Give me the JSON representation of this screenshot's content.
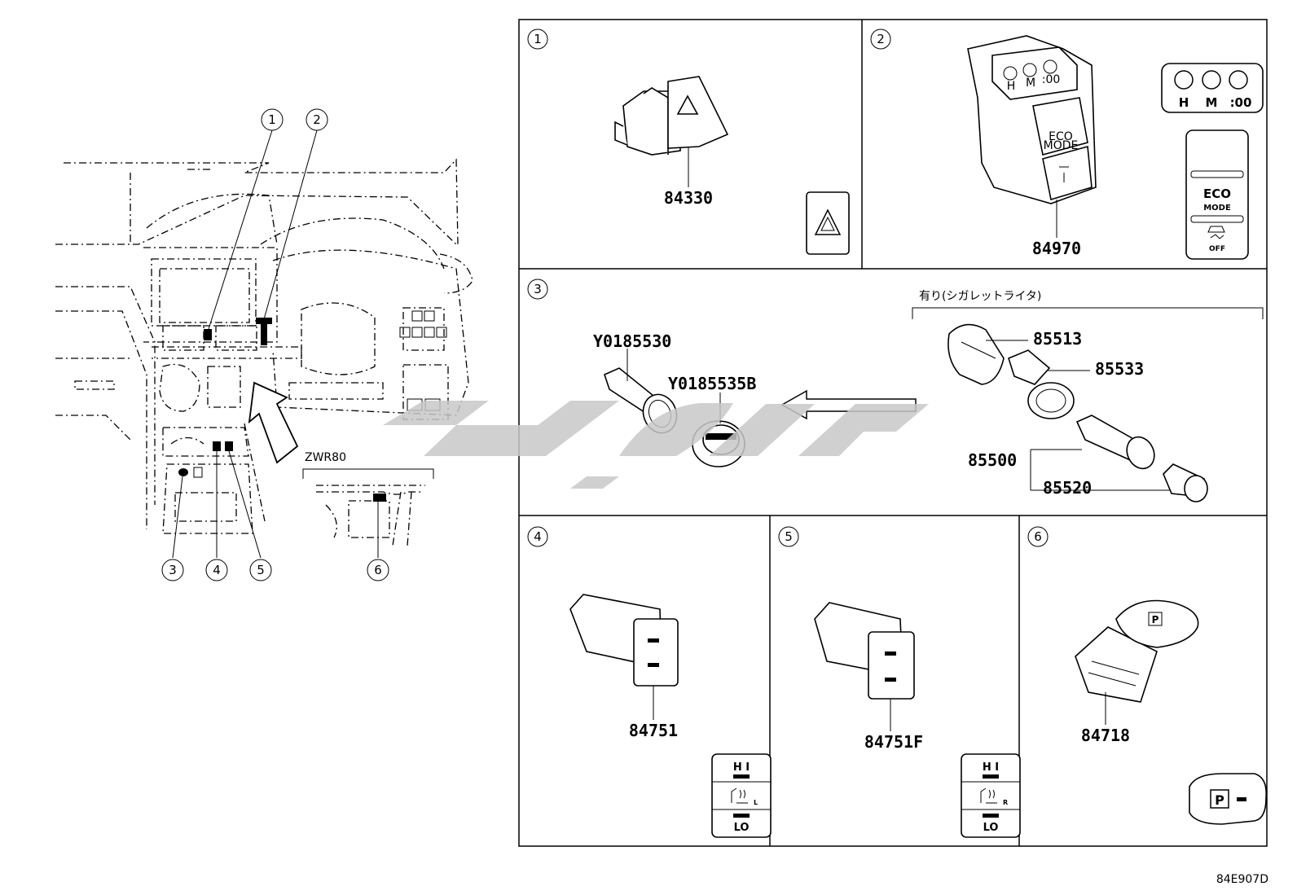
{
  "overview": {
    "callouts": [
      "1",
      "2",
      "3",
      "4",
      "5",
      "6"
    ],
    "variant_label": "ZWR80"
  },
  "panels": [
    {
      "num": "1",
      "parts": [
        "84330"
      ]
    },
    {
      "num": "2",
      "parts": [
        "84970"
      ],
      "detail_labels": {
        "h": "H",
        "m": "M",
        "oo": ":00",
        "eco": "ECO",
        "mode": "MODE",
        "off": "OFF"
      },
      "part_labels": {
        "h": "H",
        "m": "M",
        "oo": ":00",
        "eco": "ECO",
        "mode": "MODE"
      }
    },
    {
      "num": "3",
      "parts": [
        "Y0185530",
        "Y0185535B",
        "85513",
        "85533",
        "85500",
        "85520"
      ],
      "option_label": "有り(シガレットライタ)"
    },
    {
      "num": "4",
      "parts": [
        "84751"
      ],
      "switch_labels": {
        "hi": "H I",
        "lo": "LO",
        "side": "L"
      }
    },
    {
      "num": "5",
      "parts": [
        "84751F"
      ],
      "switch_labels": {
        "hi": "H I",
        "lo": "LO",
        "side": "R"
      }
    },
    {
      "num": "6",
      "parts": [
        "84718"
      ],
      "p_label": "P"
    }
  ],
  "watermark_color": "#c8c8c8",
  "drawing_code": "84E907D",
  "icons": [
    "hazard-icon",
    "seat-heater-icon",
    "traction-control-icon",
    "parking-brake-icon",
    "arrow-left-icon"
  ]
}
